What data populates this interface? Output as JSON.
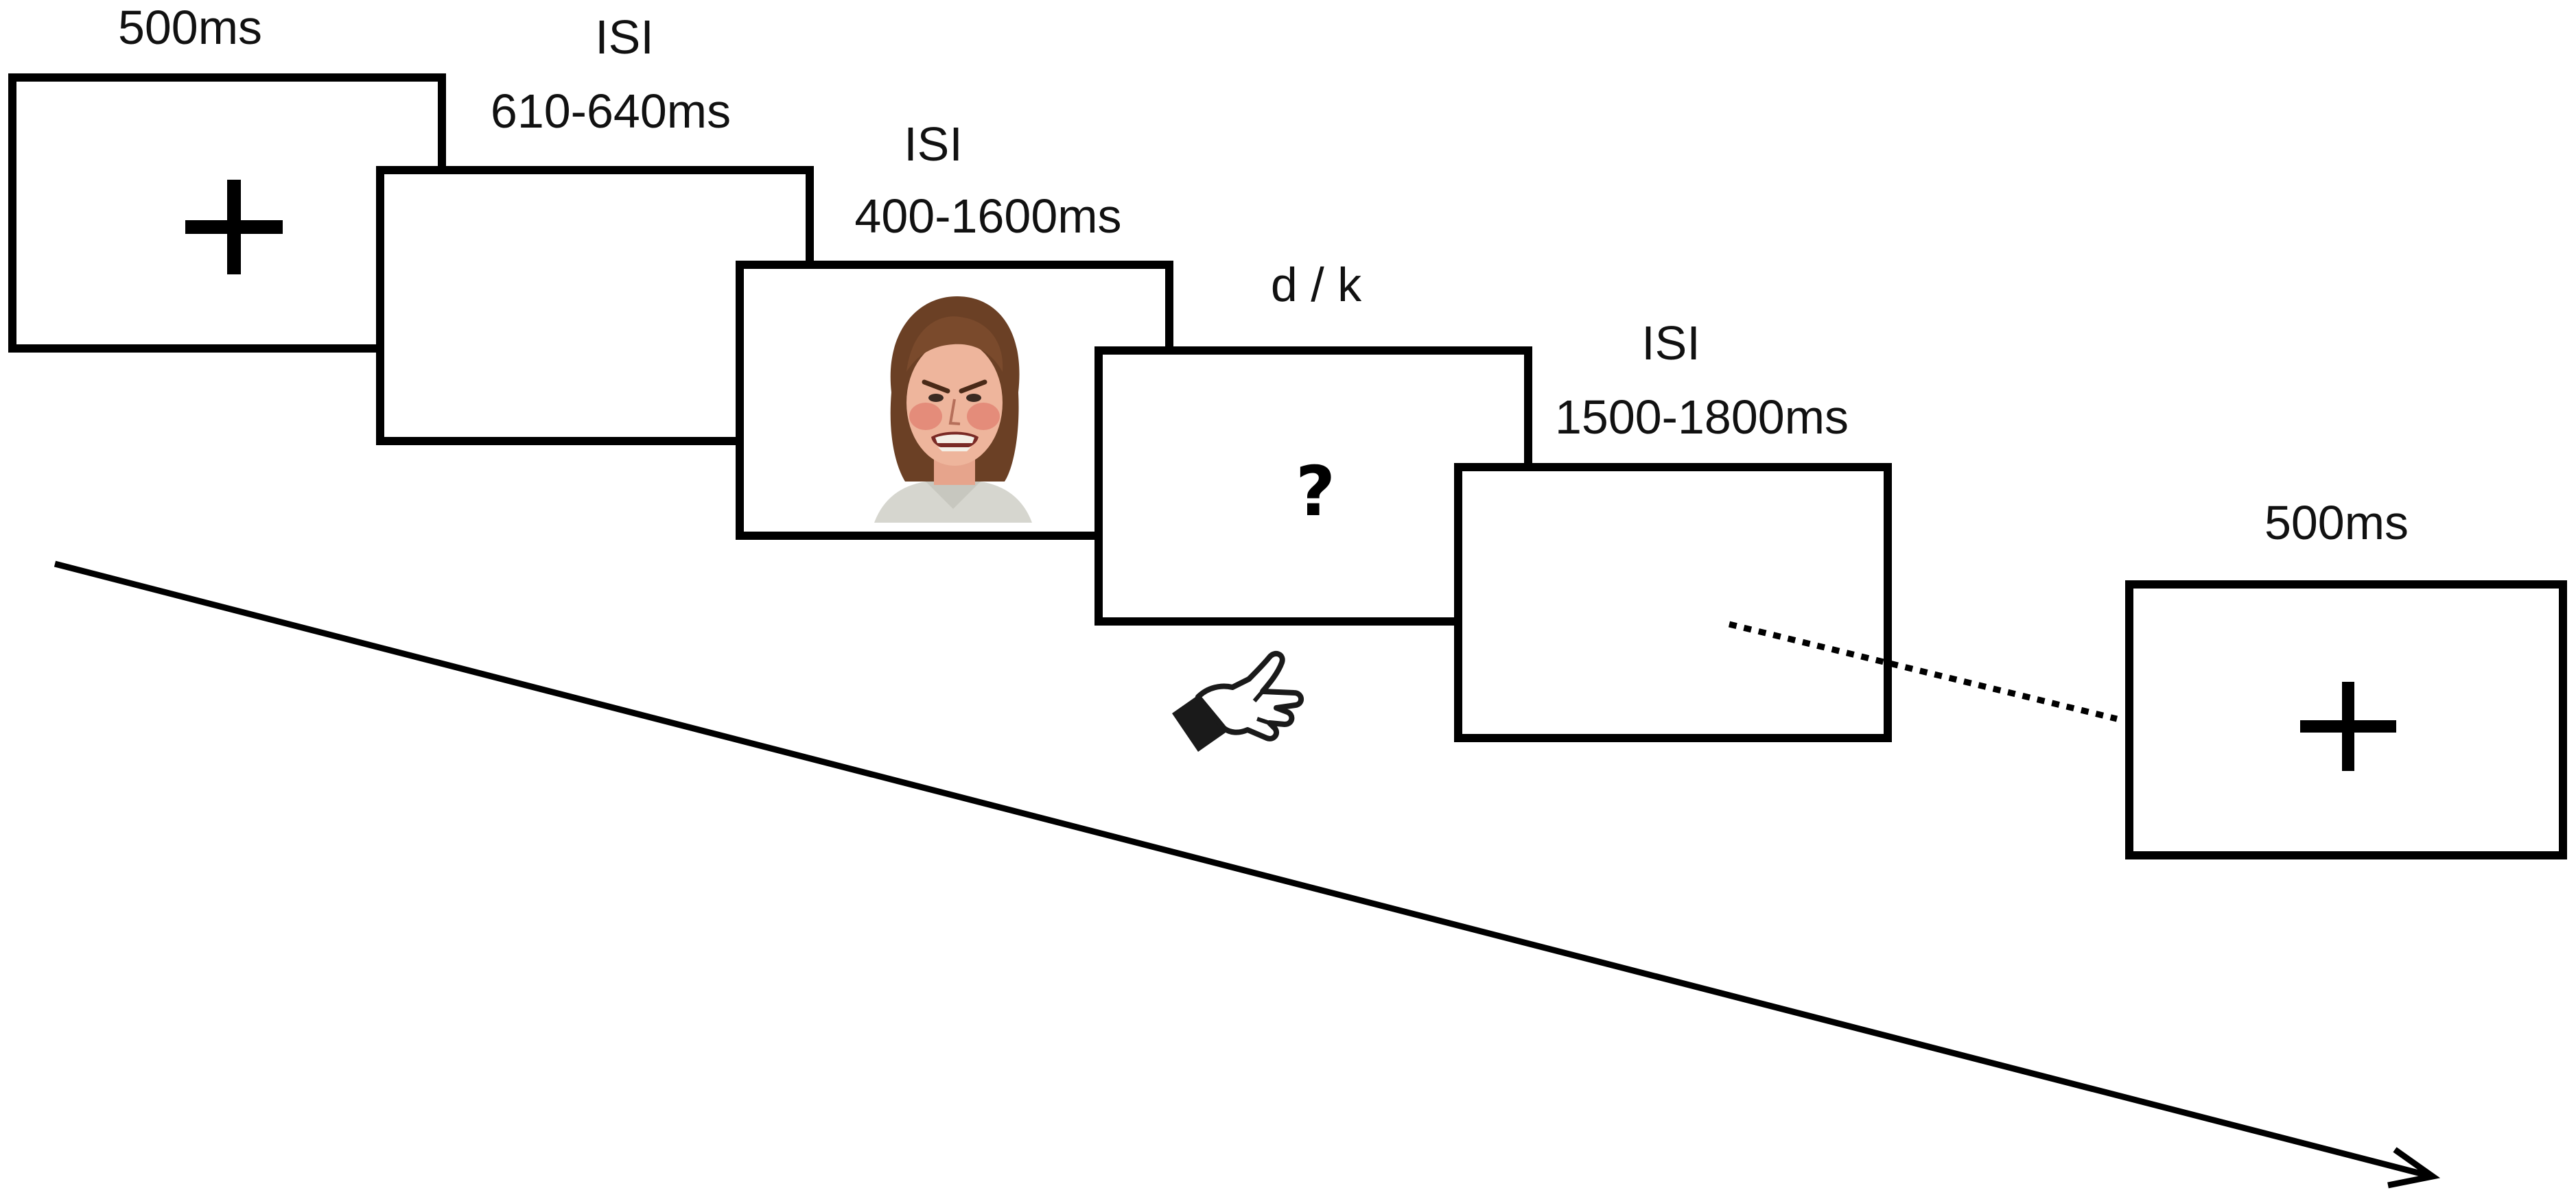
{
  "labels": {
    "fixation1": "500ms",
    "isi1_title": "ISI",
    "isi1_range": "610-640ms",
    "isi2_title": "ISI",
    "isi2_range": "400-1600ms",
    "response_keys": "d / k",
    "isi3_title": "ISI",
    "isi3_range": "1500-1800ms",
    "fixation2": "500ms"
  },
  "question_screen": {
    "symbol": "?"
  },
  "icons": {
    "fixation_cross": "plus-cross",
    "face": "angry-face-photo",
    "hand": "pointing-hand-icon",
    "timeline": "arrow-right"
  },
  "colors": {
    "stroke": "#000000",
    "background": "#ffffff"
  }
}
